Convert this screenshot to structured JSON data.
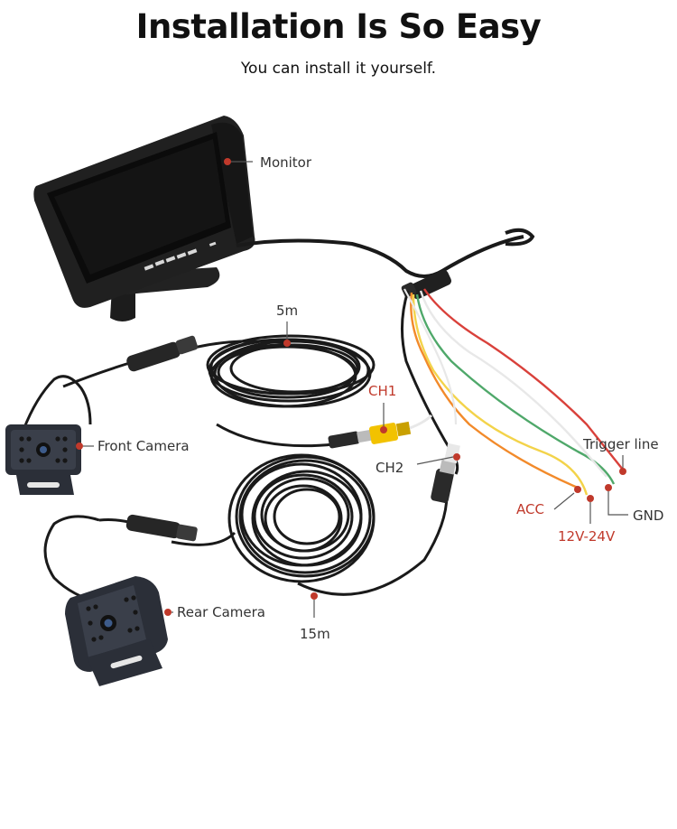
{
  "header": {
    "title": "Installation Is So Easy",
    "subtitle": "You can install it yourself."
  },
  "labels": {
    "monitor": "Monitor",
    "cable_5m": "5m",
    "ch1": "CH1",
    "front_camera": "Front Camera",
    "ch2": "CH2",
    "trigger_line": "Trigger line",
    "acc": "ACC",
    "gnd": "GND",
    "voltage": "12V-24V",
    "rear_camera": "Rear Camera",
    "cable_15m": "15m"
  },
  "colors": {
    "label_red": "#c0392b",
    "cable": "#1a1a1a",
    "rca_yellow": "#f2c200",
    "wire_orange": "#f28a2a",
    "wire_yellow": "#f3d34a",
    "wire_green": "#4fa86a",
    "wire_red": "#d9413b",
    "wire_white": "#e8e8e8"
  }
}
